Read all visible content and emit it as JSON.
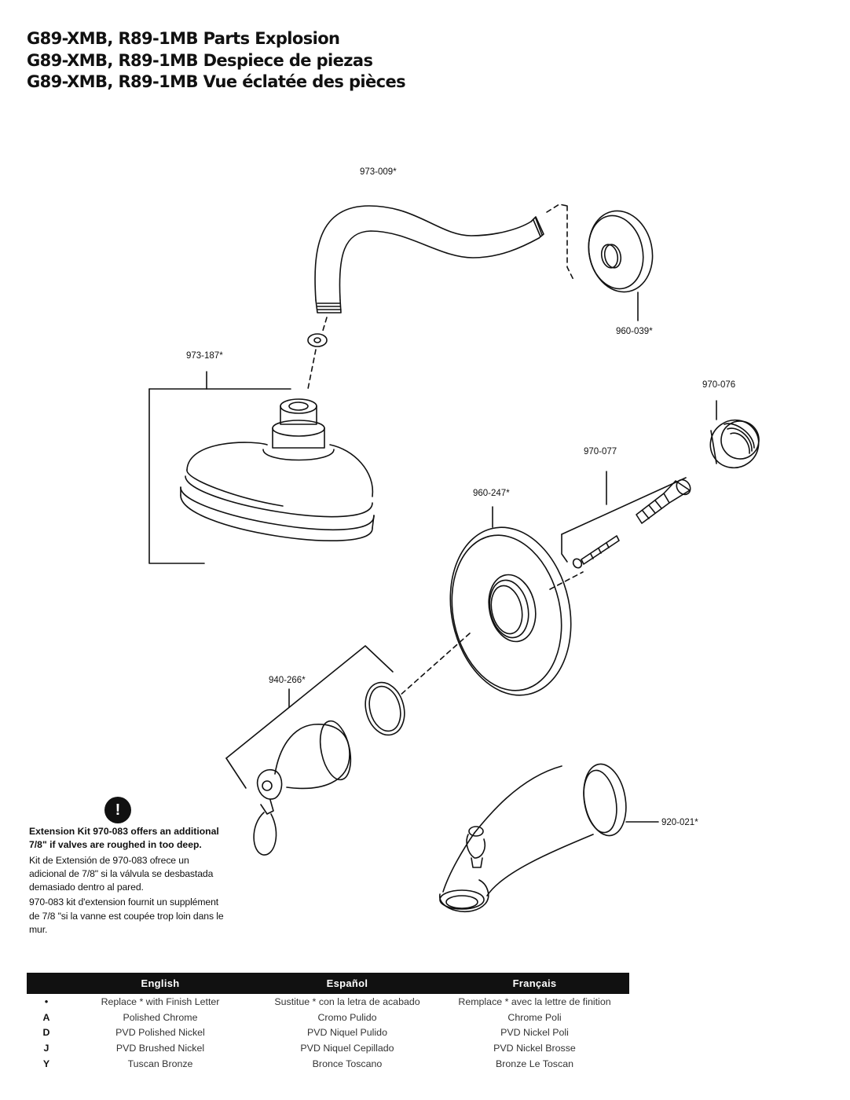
{
  "titles": [
    "G89-XMB, R89-1MB Parts Explosion",
    "G89-XMB, R89-1MB Despiece de piezas",
    "G89-XMB, R89-1MB Vue éclatée des pièces"
  ],
  "part_labels": {
    "shower_arm": "973-009*",
    "arm_flange": "960-039*",
    "shower_head": "973-187*",
    "sleeve_nut": "970-076",
    "screw_kit": "970-077",
    "escutcheon": "960-247*",
    "handle": "940-266*",
    "tub_spout": "920-021*"
  },
  "note": {
    "icon": "!",
    "en": "Extension Kit 970-083 offers an additional 7/8\" if valves are roughed in too deep.",
    "es": "Kit de Extensión de 970-083 ofrece un adicional de 7/8\" si la válvula se desbastada demasiado dentro al pared.",
    "fr": "970-083 kit d'extension fournit un supplément de 7/8 \"si la vanne est coupée trop loin dans le mur."
  },
  "finish_table": {
    "headers": [
      "",
      "English",
      "Español",
      "Français"
    ],
    "rows": [
      [
        "•",
        "Replace * with Finish Letter",
        "Sustitue * con la letra de acabado",
        "Remplace * avec la lettre de finition"
      ],
      [
        "A",
        "Polished Chrome",
        "Cromo Pulido",
        "Chrome Poli"
      ],
      [
        "D",
        "PVD Polished Nickel",
        "PVD Niquel Pulido",
        "PVD Nickel Poli"
      ],
      [
        "J",
        "PVD Brushed Nickel",
        "PVD Niquel Cepillado",
        "PVD Nickel Brosse"
      ],
      [
        "Y",
        "Tuscan Bronze",
        "Bronce Toscano",
        "Bronze Le Toscan"
      ]
    ]
  }
}
